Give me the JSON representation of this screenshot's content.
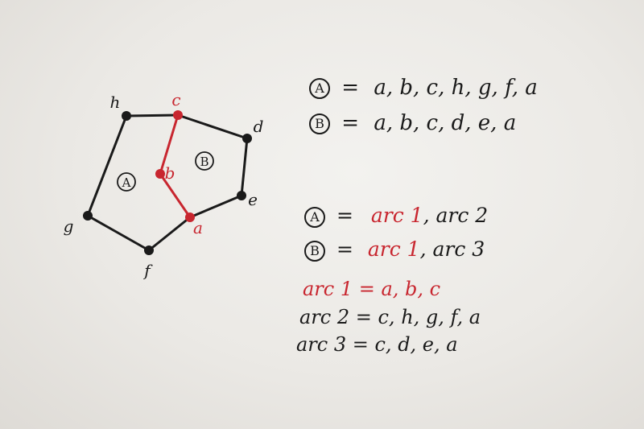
{
  "diagram": {
    "nodes": {
      "h": {
        "label": "h",
        "color": "#1a1a1a"
      },
      "c": {
        "label": "c",
        "color": "#c8262f"
      },
      "d": {
        "label": "d",
        "color": "#1a1a1a"
      },
      "e": {
        "label": "e",
        "color": "#1a1a1a"
      },
      "a": {
        "label": "a",
        "color": "#c8262f"
      },
      "f": {
        "label": "f",
        "color": "#1a1a1a"
      },
      "g": {
        "label": "g",
        "color": "#1a1a1a"
      },
      "b": {
        "label": "b",
        "color": "#c8262f"
      }
    },
    "regions": {
      "A": {
        "label": "A"
      },
      "B": {
        "label": "B"
      }
    },
    "black_edges": [
      [
        "c",
        "h"
      ],
      [
        "h",
        "g"
      ],
      [
        "g",
        "f"
      ],
      [
        "f",
        "a"
      ],
      [
        "a",
        "e"
      ],
      [
        "e",
        "d"
      ],
      [
        "d",
        "c"
      ]
    ],
    "red_edges": [
      [
        "c",
        "b"
      ],
      [
        "b",
        "a"
      ]
    ]
  },
  "notes": {
    "polygons": [
      {
        "region": "A",
        "eq": "=",
        "text": "a, b, c, h, g, f, a"
      },
      {
        "region": "B",
        "eq": "=",
        "text": "a, b, c, d, e, a"
      }
    ],
    "arcs": [
      {
        "region": "A",
        "eq": "=",
        "red": "arc 1",
        "rest": ", arc 2"
      },
      {
        "region": "B",
        "eq": "=",
        "red": "arc 1",
        "rest": ", arc 3"
      }
    ],
    "definitions": [
      {
        "text": "arc 1 = a, b, c",
        "color": "red"
      },
      {
        "text": "arc 2 = c, h, g, f, a",
        "color": "black"
      },
      {
        "text": "arc 3 = c, d, e, a",
        "color": "black"
      }
    ]
  },
  "colors": {
    "ink": "#1a1a1a",
    "red_ink": "#c8262f"
  }
}
